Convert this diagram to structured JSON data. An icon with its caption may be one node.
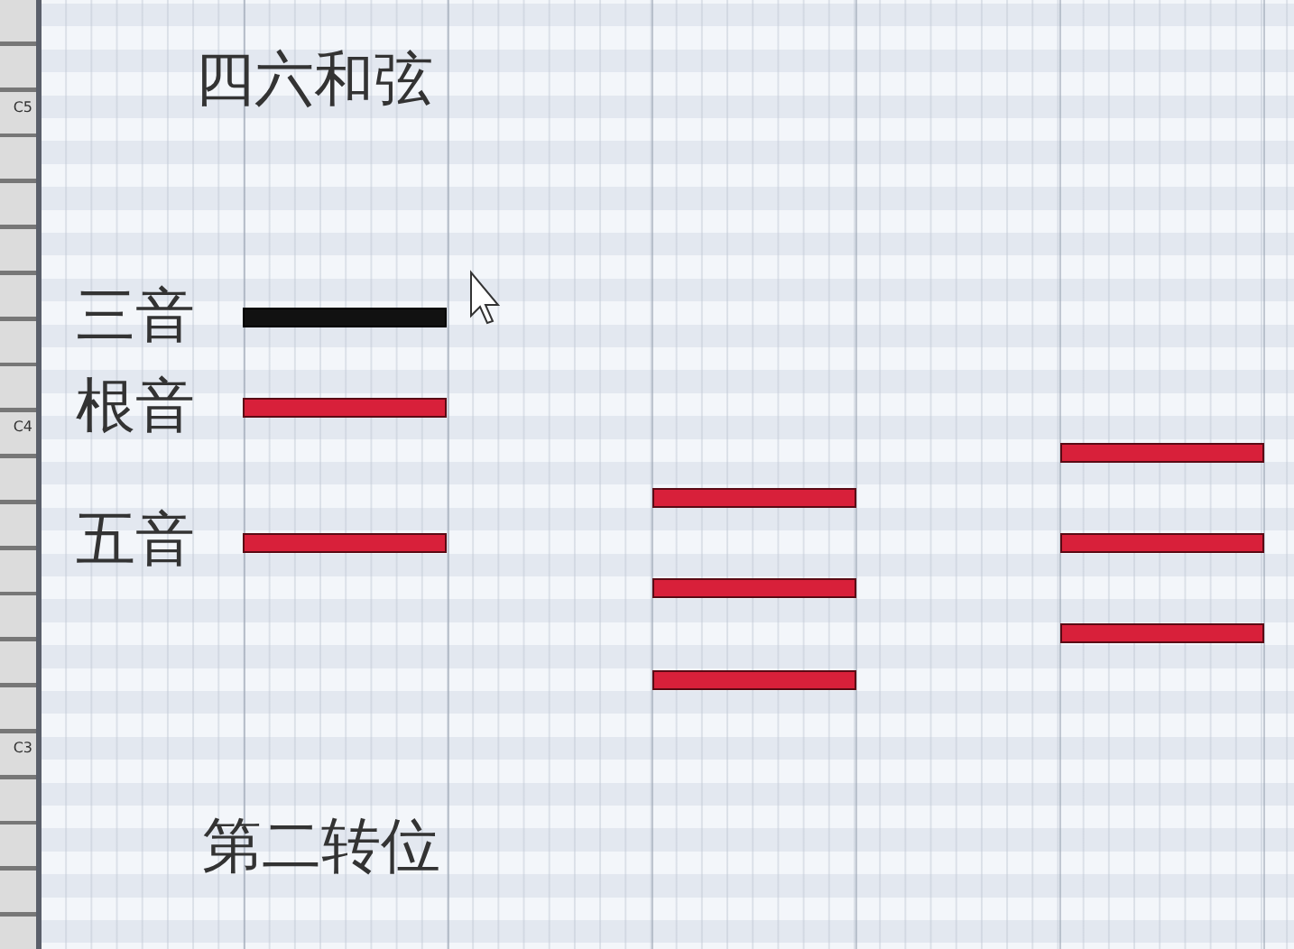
{
  "diagram": {
    "title": "四六和弦",
    "caption": "第二转位",
    "labels": [
      "C5",
      "三音",
      "C4",
      "根音",
      "五音",
      "C3"
    ]
  }
}
